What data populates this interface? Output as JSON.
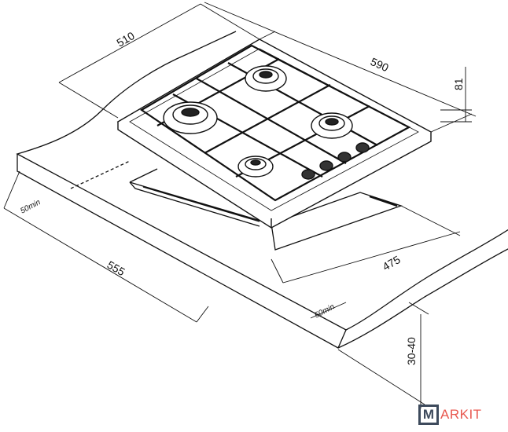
{
  "dimensions": {
    "hob_depth": "510",
    "hob_width": "590",
    "hob_height": "81",
    "cutout_width": "555",
    "cutout_depth": "475",
    "min_clearance_left": "50min",
    "min_clearance_front": "50min",
    "worktop_thickness": "30-40"
  },
  "logo": {
    "initial": "M",
    "rest": "ARKIT"
  }
}
